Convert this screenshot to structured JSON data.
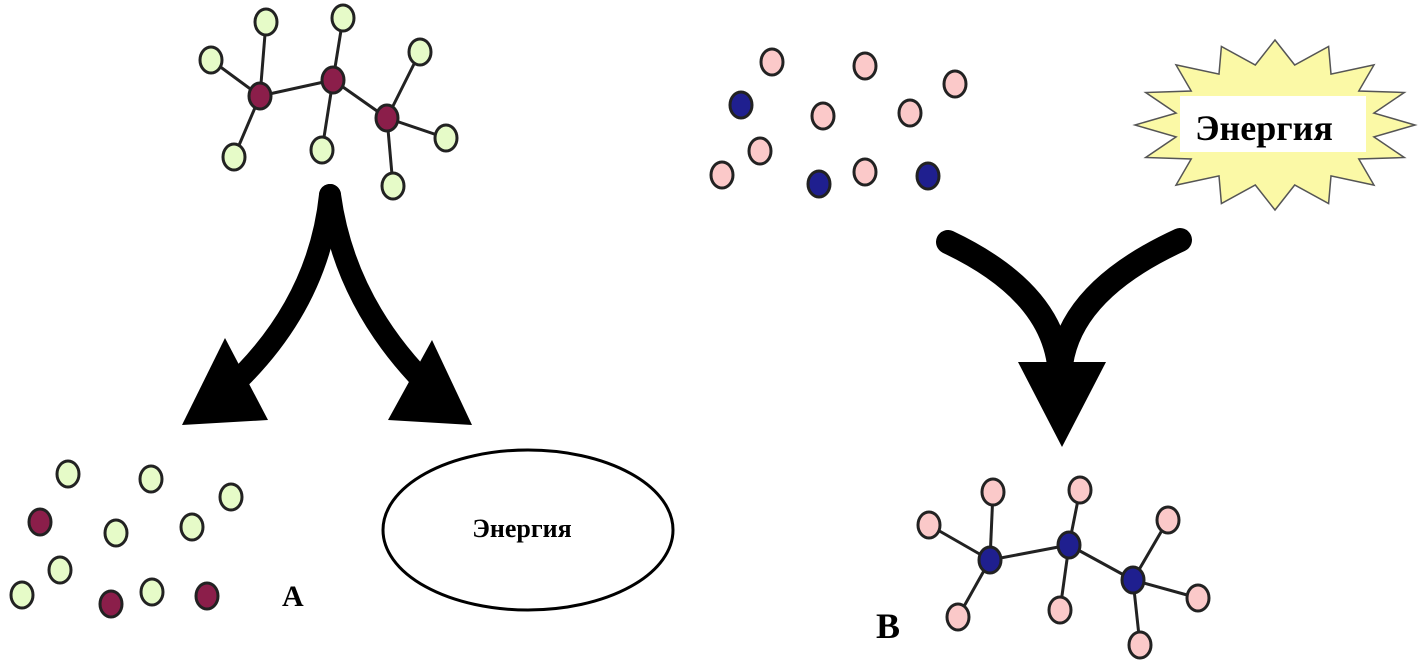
{
  "panel_a": {
    "label": "A",
    "energy_text": "Энергия"
  },
  "panel_b": {
    "label": "B",
    "energy_text": "Энергия"
  },
  "colors": {
    "green_atom": "#e6fbc8",
    "maroon_atom": "#8b1e4a",
    "pink_atom": "#fbc9c9",
    "blue_atom": "#1f1f8f",
    "starburst": "#fbf9a6"
  }
}
